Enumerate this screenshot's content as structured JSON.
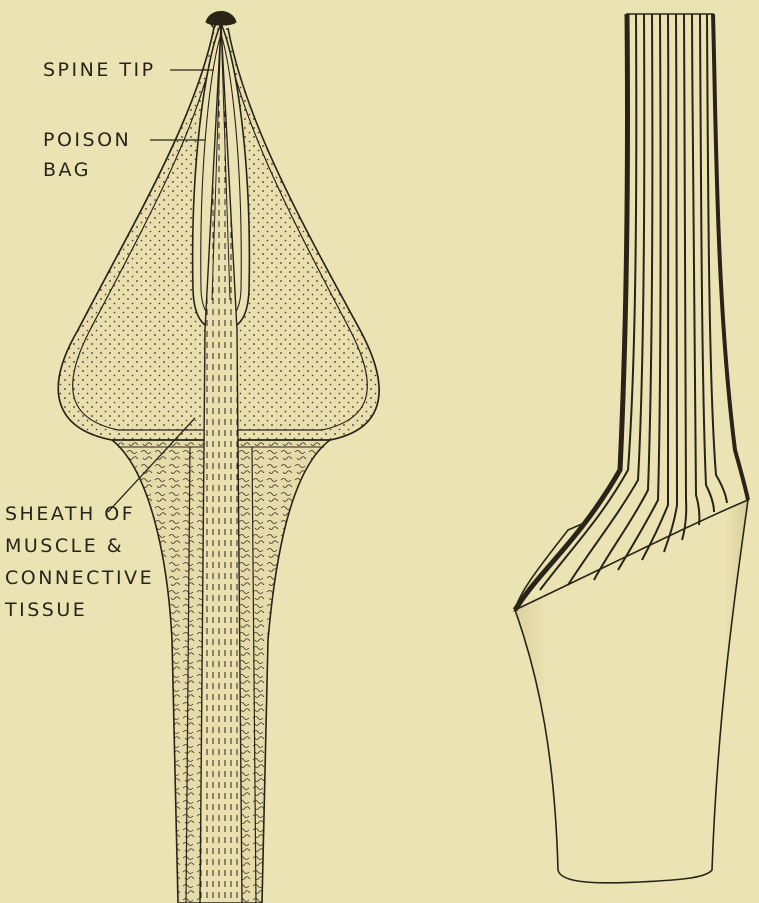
{
  "figure": {
    "background": "#ece3b4",
    "ink": "#2a2418",
    "stipple_fill": "#e3d8a6",
    "labels": {
      "spine_tip": "SPINE TIP",
      "poison_line1": "POISON",
      "poison_line2": "BAG",
      "sheath_line1": "SHEATH OF",
      "sheath_line2": "MUSCLE &",
      "sheath_line3": "CONNECTIVE",
      "sheath_line4": "TISSUE"
    }
  }
}
